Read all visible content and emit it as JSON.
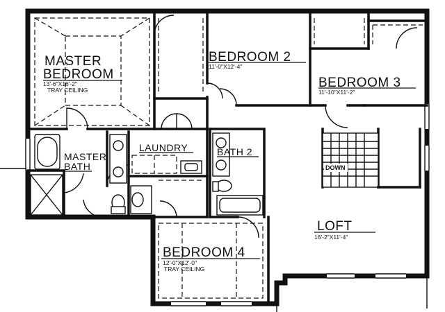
{
  "rooms": {
    "master_bedroom": {
      "name_line1": "MASTER",
      "name_line2": "BEDROOM",
      "dims": "13'-6\"X16'-2\"",
      "note": "TRAY CEILING"
    },
    "bedroom2": {
      "name": "BEDROOM 2",
      "dims": "11'-0\"X12'-4\""
    },
    "bedroom3": {
      "name": "BEDROOM 3",
      "dims": "11'-10\"X11'-2\""
    },
    "master_bath": {
      "name_line1": "MASTER",
      "name_line2": "BATH"
    },
    "laundry": {
      "name": "LAUNDRY"
    },
    "bath2": {
      "name": "BATH 2"
    },
    "stair": {
      "label": "DOWN"
    },
    "loft": {
      "name": "LOFT",
      "dims": "16'-2\"X11'-4\""
    },
    "bedroom4": {
      "name": "BEDROOM 4",
      "dims": "12'-0\"X12'-0\"",
      "note": "TRAY CEILING"
    }
  }
}
